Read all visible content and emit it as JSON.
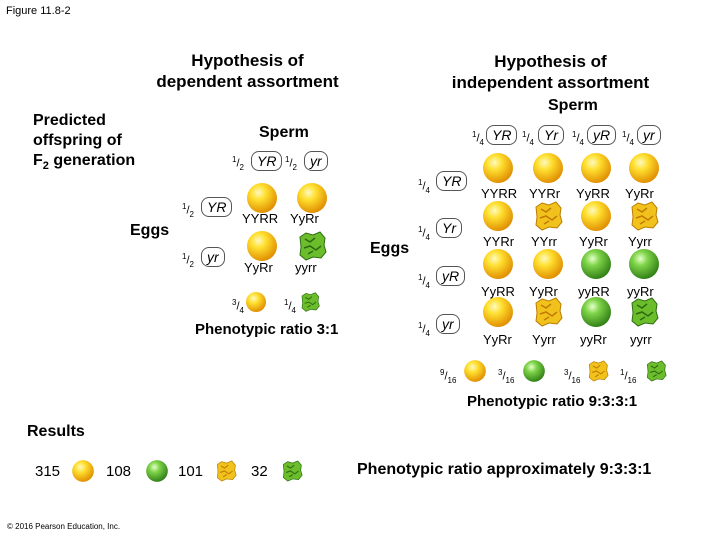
{
  "figure_label": "Figure 11.8-2",
  "dependent": {
    "title_line1": "Hypothesis of",
    "title_line2": "dependent assortment",
    "predicted_line1": "Predicted",
    "predicted_line2": "offspring of",
    "predicted_line3": "F2 generation",
    "sperm_label": "Sperm",
    "eggs_label": "Eggs",
    "sperm_gametes": [
      "YR",
      "yr"
    ],
    "egg_gametes": [
      "YR",
      "yr"
    ],
    "gamete_fraction": "1/2",
    "cells": [
      "YYRR",
      "YyRr",
      "YyRr",
      "yyrr"
    ],
    "phenotype_fractions": [
      "3/4",
      "1/4"
    ],
    "ratio": "Phenotypic ratio 3:1"
  },
  "independent": {
    "title_line1": "Hypothesis of",
    "title_line2": "independent assortment",
    "sperm_label": "Sperm",
    "eggs_label": "Eggs",
    "sperm_gametes": [
      "YR",
      "Yr",
      "yR",
      "yr"
    ],
    "egg_gametes": [
      "YR",
      "Yr",
      "yR",
      "yr"
    ],
    "gamete_fraction": "1/4",
    "cells": [
      [
        "YYRR",
        "YYRr",
        "YyRR",
        "YyRr"
      ],
      [
        "YYRr",
        "YYrr",
        "YyRr",
        "Yyrr"
      ],
      [
        "YyRR",
        "YyRr",
        "yyRR",
        "yyRr"
      ],
      [
        "YyRr",
        "Yyrr",
        "yyRr",
        "yyrr"
      ]
    ],
    "phenotype_fractions": [
      "9/16",
      "3/16",
      "3/16",
      "1/16"
    ],
    "ratio": "Phenotypic ratio 9:3:3:1"
  },
  "results": {
    "title": "Results",
    "counts": [
      "315",
      "108",
      "101",
      "32"
    ],
    "ratio": "Phenotypic ratio approximately 9:3:3:1"
  },
  "copyright": "© 2016 Pearson Education, Inc.",
  "colors": {
    "yellow": "#f5c518",
    "green": "#5cb82e"
  }
}
